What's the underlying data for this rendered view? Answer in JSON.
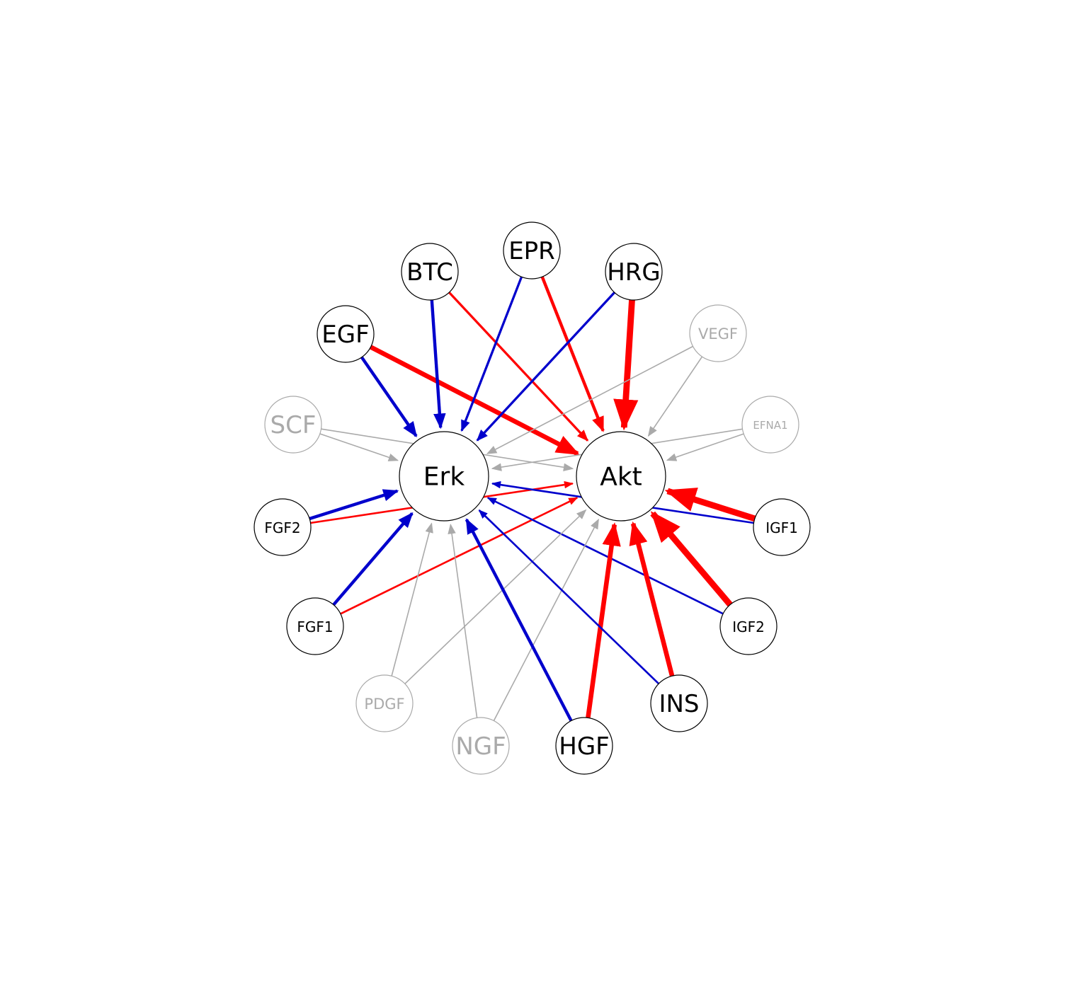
{
  "colors": {
    "red": "#ff0000",
    "blue": "#0000cc",
    "gray": "#aaaaaa",
    "active_text": "#000000",
    "inactive_text": "#aaaaaa",
    "active_stroke": "#000000",
    "inactive_stroke": "#aaaaaa"
  },
  "hubs": [
    {
      "id": "Erk",
      "label": "Erk"
    },
    {
      "id": "Akt",
      "label": "Akt"
    }
  ],
  "ligands": [
    {
      "id": "EGF",
      "label": "EGF",
      "active": true
    },
    {
      "id": "BTC",
      "label": "BTC",
      "active": true
    },
    {
      "id": "EPR",
      "label": "EPR",
      "active": true
    },
    {
      "id": "HRG",
      "label": "HRG",
      "active": true
    },
    {
      "id": "VEGF",
      "label": "VEGF",
      "active": false
    },
    {
      "id": "SCF",
      "label": "SCF",
      "active": false
    },
    {
      "id": "EFNA1",
      "label": "EFNA1",
      "active": false
    },
    {
      "id": "FGF2",
      "label": "FGF2",
      "active": true
    },
    {
      "id": "IGF1",
      "label": "IGF1",
      "active": true
    },
    {
      "id": "FGF1",
      "label": "FGF1",
      "active": true
    },
    {
      "id": "IGF2",
      "label": "IGF2",
      "active": true
    },
    {
      "id": "PDGF",
      "label": "PDGF",
      "active": false
    },
    {
      "id": "NGF",
      "label": "NGF",
      "active": false
    },
    {
      "id": "HGF",
      "label": "HGF",
      "active": true
    },
    {
      "id": "INS",
      "label": "INS",
      "active": true
    }
  ],
  "edges": [
    {
      "from": "EGF",
      "to": "Erk",
      "color": "blue",
      "weight": 2
    },
    {
      "from": "EGF",
      "to": "Akt",
      "color": "red",
      "weight": 3
    },
    {
      "from": "BTC",
      "to": "Erk",
      "color": "blue",
      "weight": 2
    },
    {
      "from": "BTC",
      "to": "Akt",
      "color": "red",
      "weight": 1.5
    },
    {
      "from": "EPR",
      "to": "Erk",
      "color": "blue",
      "weight": 1.5
    },
    {
      "from": "EPR",
      "to": "Akt",
      "color": "red",
      "weight": 2
    },
    {
      "from": "HRG",
      "to": "Erk",
      "color": "blue",
      "weight": 1.5
    },
    {
      "from": "HRG",
      "to": "Akt",
      "color": "red",
      "weight": 4
    },
    {
      "from": "VEGF",
      "to": "Erk",
      "color": "gray",
      "weight": 1
    },
    {
      "from": "VEGF",
      "to": "Akt",
      "color": "gray",
      "weight": 1
    },
    {
      "from": "SCF",
      "to": "Erk",
      "color": "gray",
      "weight": 1
    },
    {
      "from": "SCF",
      "to": "Akt",
      "color": "gray",
      "weight": 1
    },
    {
      "from": "EFNA1",
      "to": "Erk",
      "color": "gray",
      "weight": 1
    },
    {
      "from": "EFNA1",
      "to": "Akt",
      "color": "gray",
      "weight": 1
    },
    {
      "from": "FGF2",
      "to": "Erk",
      "color": "blue",
      "weight": 2
    },
    {
      "from": "FGF2",
      "to": "Akt",
      "color": "red",
      "weight": 1.2
    },
    {
      "from": "IGF1",
      "to": "Erk",
      "color": "blue",
      "weight": 1.2
    },
    {
      "from": "IGF1",
      "to": "Akt",
      "color": "red",
      "weight": 4
    },
    {
      "from": "FGF1",
      "to": "Erk",
      "color": "blue",
      "weight": 2
    },
    {
      "from": "FGF1",
      "to": "Akt",
      "color": "red",
      "weight": 1.2
    },
    {
      "from": "IGF2",
      "to": "Erk",
      "color": "blue",
      "weight": 1.2
    },
    {
      "from": "IGF2",
      "to": "Akt",
      "color": "red",
      "weight": 4
    },
    {
      "from": "PDGF",
      "to": "Erk",
      "color": "gray",
      "weight": 1
    },
    {
      "from": "PDGF",
      "to": "Akt",
      "color": "gray",
      "weight": 1
    },
    {
      "from": "NGF",
      "to": "Erk",
      "color": "gray",
      "weight": 1
    },
    {
      "from": "NGF",
      "to": "Akt",
      "color": "gray",
      "weight": 1
    },
    {
      "from": "HGF",
      "to": "Erk",
      "color": "blue",
      "weight": 2
    },
    {
      "from": "HGF",
      "to": "Akt",
      "color": "red",
      "weight": 3
    },
    {
      "from": "INS",
      "to": "Erk",
      "color": "blue",
      "weight": 1.2
    },
    {
      "from": "INS",
      "to": "Akt",
      "color": "red",
      "weight": 3
    }
  ]
}
